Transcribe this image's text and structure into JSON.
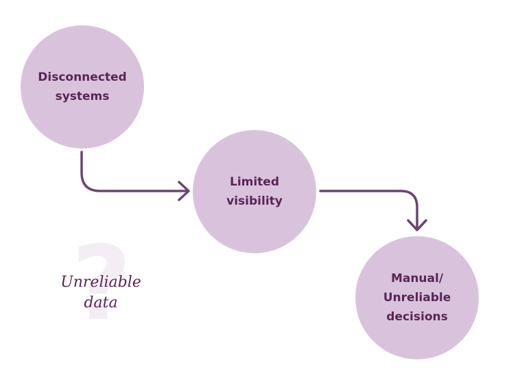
{
  "colors": {
    "background": "#ffffff",
    "node_fill": "#d9c3dc",
    "text": "#5a2556",
    "arrow": "#6c4470",
    "question_mark": "#f3eef4"
  },
  "nodes": [
    {
      "label": "Disconnected\nsystems"
    },
    {
      "label": "Limited\nvisibility"
    },
    {
      "label": "Manual/\nUnreliable\ndecisions"
    }
  ],
  "annotation": {
    "text": "Unreliable\ndata",
    "icon": "question-mark-icon"
  },
  "connectors": [
    {
      "from": "Disconnected\nsystems",
      "to": "Limited\nvisibility",
      "icon": "arrow-right-icon"
    },
    {
      "from": "Limited\nvisibility",
      "to": "Manual/\nUnreliable\ndecisions",
      "icon": "arrow-down-icon"
    }
  ]
}
